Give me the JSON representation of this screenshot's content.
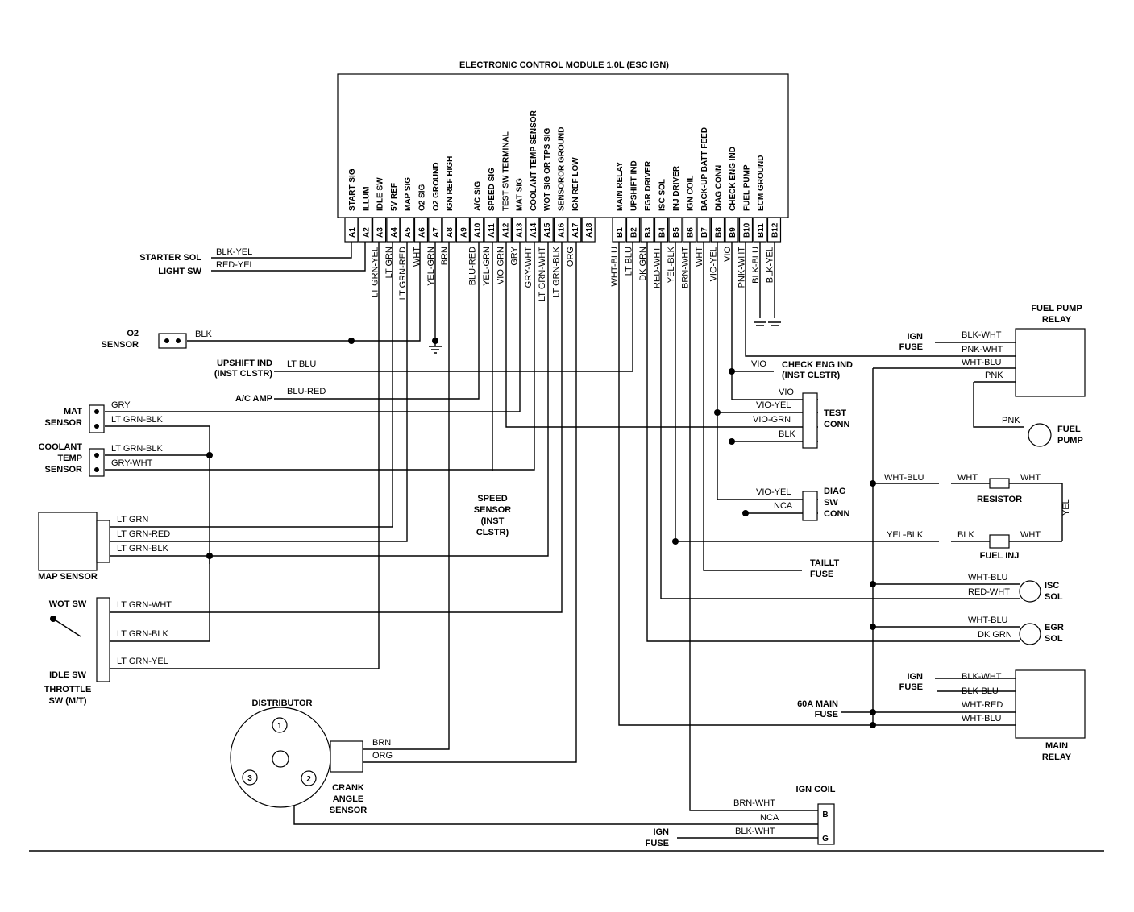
{
  "title": "ELECTRONIC CONTROL MODULE 1.0L (ESC IGN)",
  "ecm_pins_a": [
    {
      "pin": "A1",
      "function": "START SIG"
    },
    {
      "pin": "A2",
      "function": "ILLUM"
    },
    {
      "pin": "A3",
      "function": "IDLE SW"
    },
    {
      "pin": "A4",
      "function": "5V REF"
    },
    {
      "pin": "A5",
      "function": "MAP SIG"
    },
    {
      "pin": "A6",
      "function": "O2 SIG"
    },
    {
      "pin": "A7",
      "function": "O2 GROUND"
    },
    {
      "pin": "A8",
      "function": "IGN REF HIGH"
    },
    {
      "pin": "A9",
      "function": ""
    },
    {
      "pin": "A10",
      "function": "A/C SIG"
    },
    {
      "pin": "A11",
      "function": "SPEED SIG"
    },
    {
      "pin": "A12",
      "function": "TEST SW TERMINAL"
    },
    {
      "pin": "A13",
      "function": "MAT SIG"
    },
    {
      "pin": "A14",
      "function": "COOLANT TEMP SENSOR"
    },
    {
      "pin": "A15",
      "function": "WOT SIG OR TPS SIG"
    },
    {
      "pin": "A16",
      "function": "SENSOROR GROUND"
    },
    {
      "pin": "A17",
      "function": "IGN REF LOW"
    },
    {
      "pin": "A18",
      "function": ""
    }
  ],
  "ecm_pins_b": [
    {
      "pin": "B1",
      "function": "MAIN RELAY"
    },
    {
      "pin": "B2",
      "function": "UPSHIFT IND"
    },
    {
      "pin": "B3",
      "function": "EGR DRIVER"
    },
    {
      "pin": "B4",
      "function": "ISC SOL"
    },
    {
      "pin": "B5",
      "function": "INJ DRIVER"
    },
    {
      "pin": "B6",
      "function": "IGN COIL"
    },
    {
      "pin": "B7",
      "function": "BACK-UP BATT FEED"
    },
    {
      "pin": "B8",
      "function": "DIAG CONN"
    },
    {
      "pin": "B9",
      "function": "CHECK ENG IND"
    },
    {
      "pin": "B10",
      "function": "FUEL PUMP"
    },
    {
      "pin": "B11",
      "function": "ECM GROUND"
    },
    {
      "pin": "B12",
      "function": ""
    }
  ],
  "ecm_wire_colors": {
    "A3": "LT GRN-YEL",
    "A4": "LT GRN",
    "A5": "LT GRN-RED",
    "A6": "WHT",
    "A7": "YEL-GRN",
    "A8": "BRN",
    "A10": "BLU-RED",
    "A11": "YEL-GRN",
    "A12": "VIO-GRN",
    "A13": "GRY",
    "A14": "GRY-WHT",
    "A15": "LT GRN-WHT",
    "A16": "LT GRN-BLK",
    "A17": "ORG",
    "B1": "WHT-BLU",
    "B2": "LT BLU",
    "B3": "DK GRN",
    "B4": "RED-WHT",
    "B5": "YEL-BLK",
    "B6": "BRN-WHT",
    "B7": "WHT",
    "B8": "VIO-YEL",
    "B9": "VIO",
    "B10": "PNK-WHT",
    "B11": "BLK-BLU",
    "B12": "BLK-YEL"
  },
  "labels": {
    "starter_sol": "STARTER SOL",
    "light_sw": "LIGHT SW",
    "o2_sensor_1": "O2",
    "o2_sensor_2": "SENSOR",
    "upshift_ind_1": "UPSHIFT IND",
    "upshift_ind_2": "(INST CLSTR)",
    "ac_amp": "A/C AMP",
    "mat_sensor_1": "MAT",
    "mat_sensor_2": "SENSOR",
    "coolant_1": "COOLANT",
    "coolant_2": "TEMP",
    "coolant_3": "SENSOR",
    "map_sensor": "MAP SENSOR",
    "wot_sw": "WOT SW",
    "idle_sw": "IDLE SW",
    "throttle_1": "THROTTLE",
    "throttle_2": "SW (M/T)",
    "speed_1": "SPEED",
    "speed_2": "SENSOR",
    "speed_3": "(INST",
    "speed_4": "CLSTR)",
    "distributor": "DISTRIBUTOR",
    "crank_1": "CRANK",
    "crank_2": "ANGLE",
    "crank_3": "SENSOR",
    "dist_1": "1",
    "dist_2": "2",
    "dist_3": "3",
    "ign_coil": "IGN COIL",
    "coil_b": "B",
    "coil_g": "G",
    "ign_fuse": "IGN",
    "ign_fuse_2": "FUSE",
    "fuel_pump_relay_1": "FUEL PUMP",
    "fuel_pump_relay_2": "RELAY",
    "fuel_pump_1": "FUEL",
    "fuel_pump_2": "PUMP",
    "check_eng_1": "CHECK ENG IND",
    "check_eng_2": "(INST CLSTR)",
    "test_conn_1": "TEST",
    "test_conn_2": "CONN",
    "diag_1": "DIAG",
    "diag_2": "SW",
    "diag_3": "CONN",
    "resistor": "RESISTOR",
    "fuel_inj": "FUEL INJ",
    "taillt_1": "TAILLT",
    "taillt_2": "FUSE",
    "isc_1": "ISC",
    "isc_2": "SOL",
    "egr_1": "EGR",
    "egr_2": "SOL",
    "main_fuse_1": "60A MAIN",
    "main_fuse_2": "FUSE",
    "main_relay_1": "MAIN",
    "main_relay_2": "RELAY"
  },
  "wires": {
    "blk_yel": "BLK-YEL",
    "red_yel": "RED-YEL",
    "blk": "BLK",
    "lt_blu": "LT BLU",
    "blu_red": "BLU-RED",
    "gry": "GRY",
    "lt_grn_blk": "LT GRN-BLK",
    "gry_wht": "GRY-WHT",
    "lt_grn": "LT GRN",
    "lt_grn_red": "LT GRN-RED",
    "lt_grn_wht": "LT GRN-WHT",
    "lt_grn_yel": "LT GRN-YEL",
    "brn": "BRN",
    "org": "ORG",
    "blk_wht": "BLK-WHT",
    "pnk_wht": "PNK-WHT",
    "wht_blu": "WHT-BLU",
    "pnk": "PNK",
    "vio": "VIO",
    "vio_yel": "VIO-YEL",
    "vio_grn": "VIO-GRN",
    "nca": "NCA",
    "wht": "WHT",
    "yel_blk": "YEL-BLK",
    "yel": "YEL",
    "red_wht": "RED-WHT",
    "dk_grn": "DK GRN",
    "blk_blu": "BLK-BLU",
    "wht_red": "WHT-RED",
    "brn_wht": "BRN-WHT"
  }
}
